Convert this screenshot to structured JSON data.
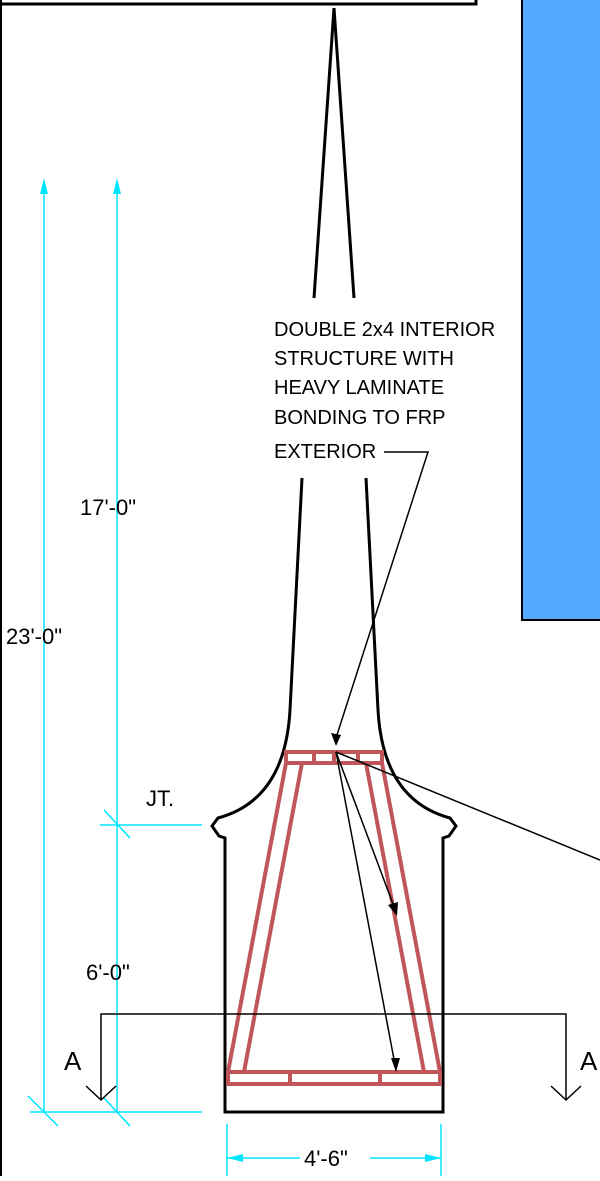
{
  "dimensions": {
    "overall": "23'-0\"",
    "upper": "17'-0\"",
    "lower": "6'-0\"",
    "base_width": "4'-6\""
  },
  "labels": {
    "joint": "JT.",
    "section_left": "A",
    "section_right": "A"
  },
  "note": {
    "line1": "DOUBLE 2x4 INTERIOR",
    "line2": "STRUCTURE WITH",
    "line3": "HEAVY LAMINATE",
    "line4": "BONDING TO FRP",
    "line5": "EXTERIOR"
  },
  "colors": {
    "dimension": "#00e5ff",
    "framing": "#c0565a",
    "outline": "#000000",
    "panel": "#55aaff"
  }
}
